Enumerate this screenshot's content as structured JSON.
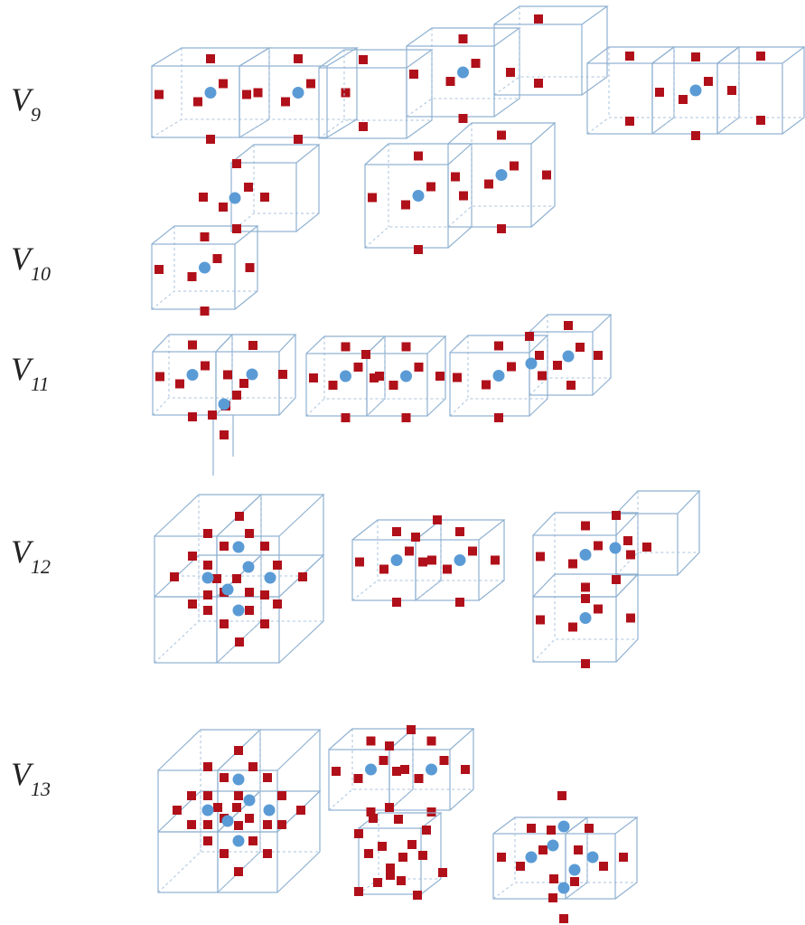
{
  "colors": {
    "edge": "#8fb1d1",
    "hidden_edge": "#aac3dc",
    "square_marker": "#b0101a",
    "circle_marker": "#5b9bd5",
    "label": "#222222"
  },
  "rows": [
    {
      "id": "v9",
      "label_main": "V",
      "label_sub": "9"
    },
    {
      "id": "v10",
      "label_main": "V",
      "label_sub": "10"
    },
    {
      "id": "v11",
      "label_main": "V",
      "label_sub": "11"
    },
    {
      "id": "v12",
      "label_main": "V",
      "label_sub": "12"
    },
    {
      "id": "v13",
      "label_main": "V",
      "label_sub": "13"
    }
  ]
}
